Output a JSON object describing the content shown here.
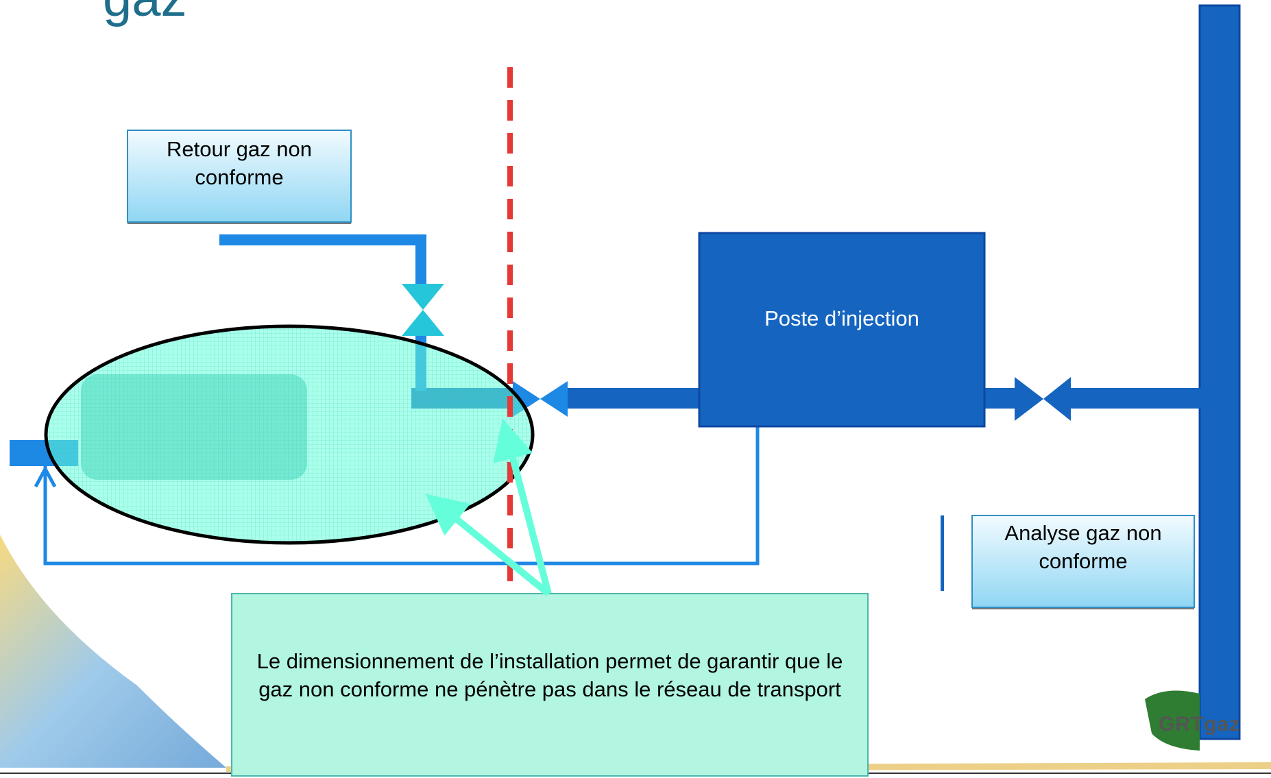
{
  "slide": {
    "title_fragment": "gaz",
    "logo_text": "GRTgaz"
  },
  "diagram": {
    "return_box": {
      "label": "Retour gaz non conforme"
    },
    "injection_box": {
      "label": "Poste d’injection"
    },
    "analysis_box": {
      "label": "Analyse gaz non conforme"
    },
    "note_box": {
      "label": "Le dimensionnement de l’installation permet de garantir que le gaz non conforme ne pénètre pas dans le réseau de transport"
    }
  },
  "colors": {
    "title": "#1f6e8c",
    "pipe_dark": "#1565c0",
    "pipe_light": "#1e88e5",
    "valve_cyan": "#26c6da",
    "boundary_red": "#e53935",
    "highlight_green": "#64ffda",
    "note_bg": "#b2f5e0",
    "logo_green": "#2e7d32"
  }
}
